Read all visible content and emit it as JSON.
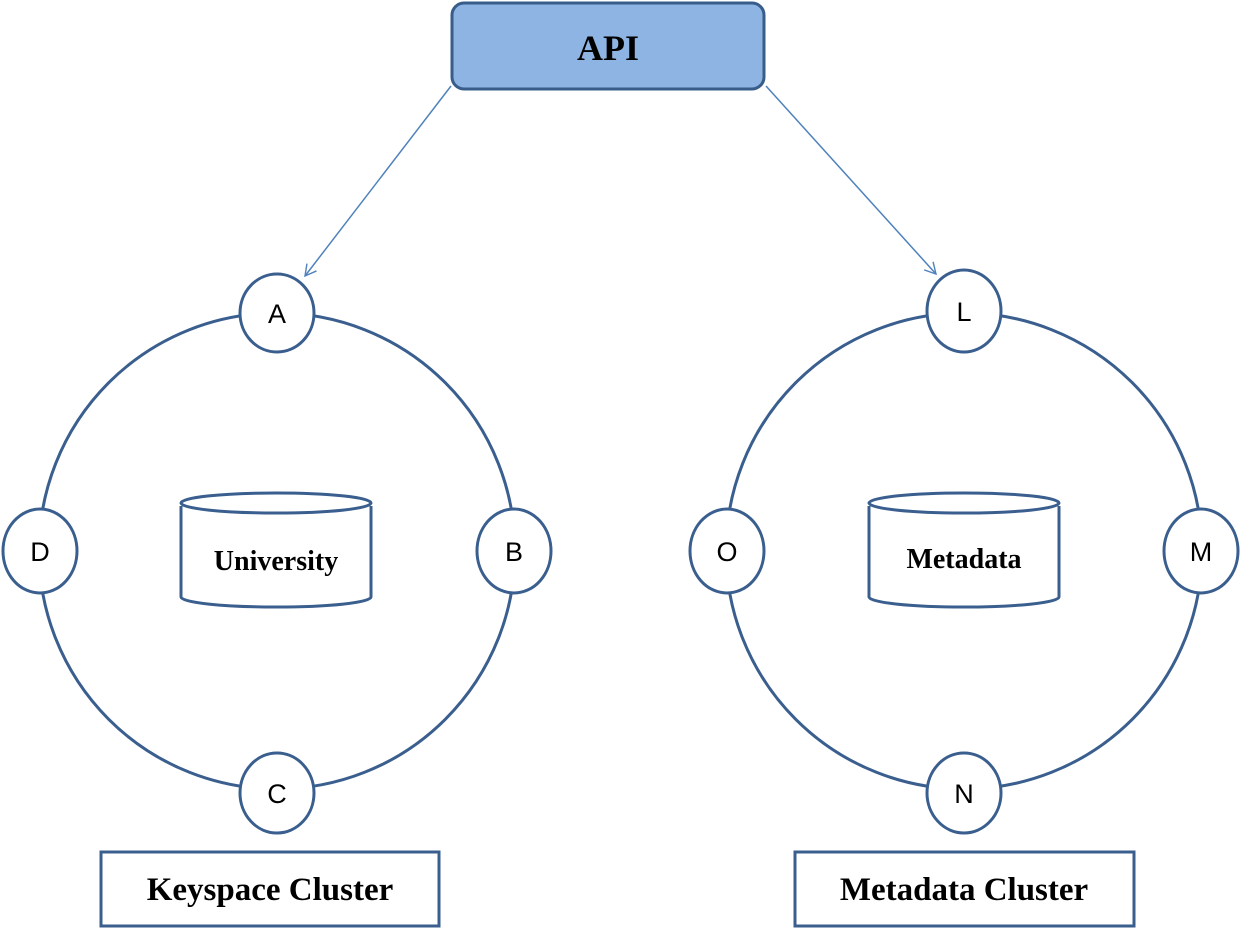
{
  "api": {
    "label": "API",
    "fill": "#8EB4E3",
    "stroke": "#385D8A"
  },
  "colors": {
    "line": "#3A5F8F",
    "arrow": "#4F81BD"
  },
  "clusters": [
    {
      "name": "Keyspace Cluster",
      "database": "University",
      "nodes": {
        "top": "A",
        "right": "B",
        "bottom": "C",
        "left": "D"
      }
    },
    {
      "name": "Metadata Cluster",
      "database": "Metadata",
      "nodes": {
        "top": "L",
        "right": "M",
        "bottom": "N",
        "left": "O"
      }
    }
  ]
}
